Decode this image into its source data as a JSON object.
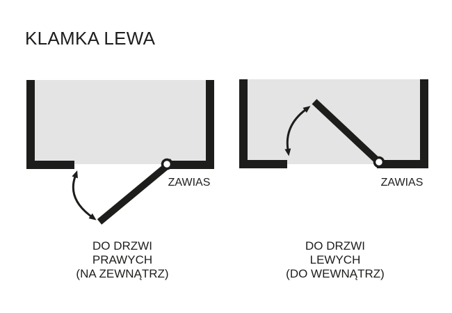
{
  "title": "KLAMKA LEWA",
  "diagrams": [
    {
      "name": "right-hand-door",
      "hinge_label": "ZAWIAS",
      "caption": [
        "DO DRZWI",
        "PRAWYCH",
        "(NA ZEWNĄTRZ)"
      ],
      "swing_direction": "outward"
    },
    {
      "name": "left-hand-door",
      "hinge_label": "ZAWIAS",
      "caption": [
        "DO DRZWI",
        "LEWYCH",
        "(DO WEWNĄTRZ)"
      ],
      "swing_direction": "inward"
    }
  ],
  "colors": {
    "ink": "#1d1d1b",
    "room_fill": "#e4e4e5",
    "background": "#ffffff"
  }
}
